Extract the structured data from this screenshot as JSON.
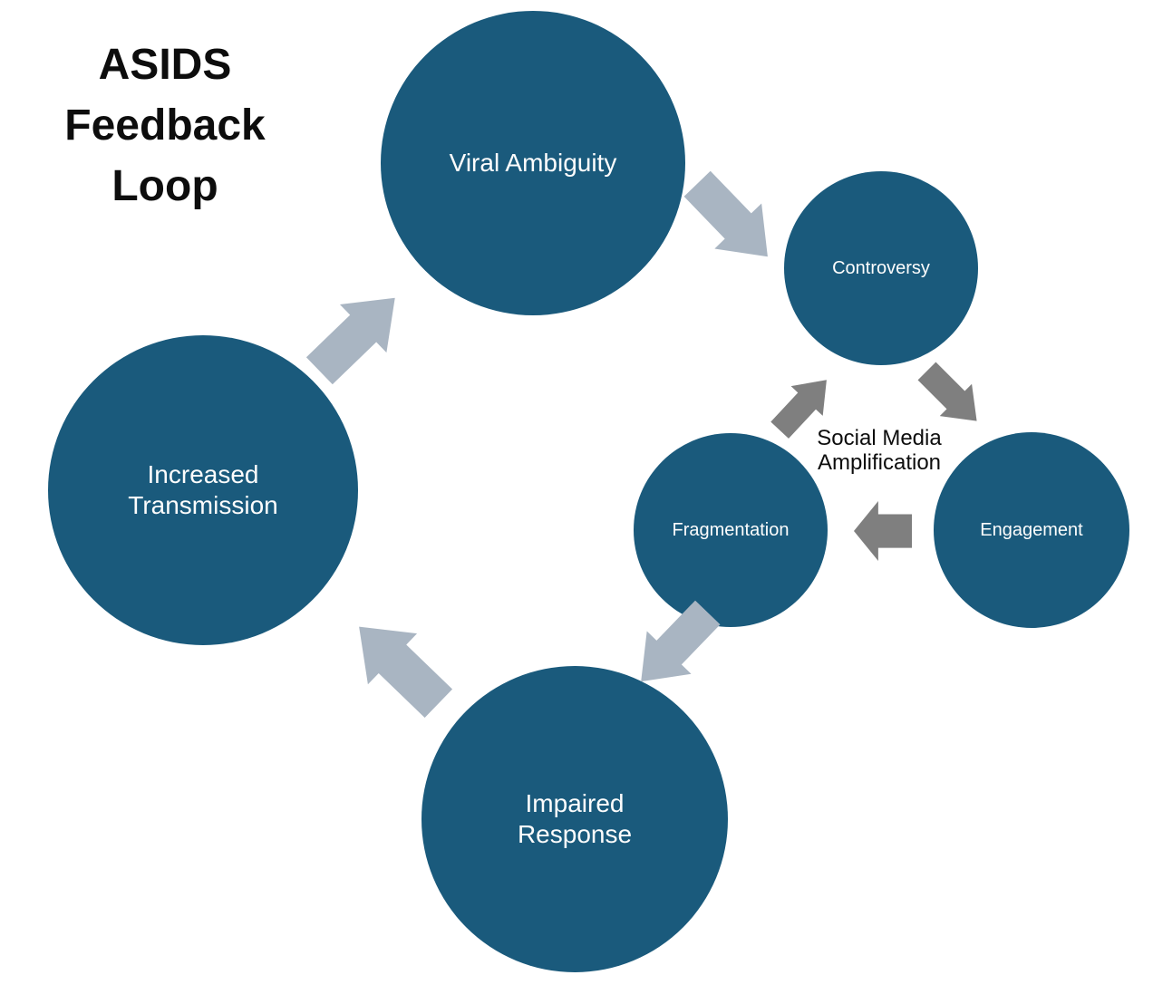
{
  "title": {
    "text": "ASIDS\nFeedback\nLoop"
  },
  "center_label": {
    "text": "Social Media\nAmplification"
  },
  "nodes": [
    {
      "id": "viral-ambiguity",
      "label": "Viral Ambiguity"
    },
    {
      "id": "controversy",
      "label": "Controversy"
    },
    {
      "id": "engagement",
      "label": "Engagement"
    },
    {
      "id": "fragmentation",
      "label": "Fragmentation"
    },
    {
      "id": "impaired-response",
      "label": "Impaired Response"
    },
    {
      "id": "increased-transmission",
      "label": "Increased Transmission"
    }
  ],
  "arrows": [
    {
      "from": "Increased Transmission",
      "to": "Viral Ambiguity",
      "style": "outer"
    },
    {
      "from": "Viral Ambiguity",
      "to": "Controversy",
      "style": "outer"
    },
    {
      "from": "Controversy",
      "to": "Engagement",
      "style": "inner"
    },
    {
      "from": "Engagement",
      "to": "Fragmentation",
      "style": "inner"
    },
    {
      "from": "Fragmentation",
      "to": "Controversy",
      "style": "inner"
    },
    {
      "from": "Fragmentation",
      "to": "Impaired Response",
      "style": "outer"
    },
    {
      "from": "Impaired Response",
      "to": "Increased Transmission",
      "style": "outer"
    }
  ],
  "colors": {
    "node_fill": "#1A5A7C",
    "node_text": "#FDFDFD",
    "outer_arrow": "#A9B5C2",
    "inner_arrow": "#7F7F7F",
    "label_text": "#0D0D0D",
    "background": "#FFFFFF"
  }
}
